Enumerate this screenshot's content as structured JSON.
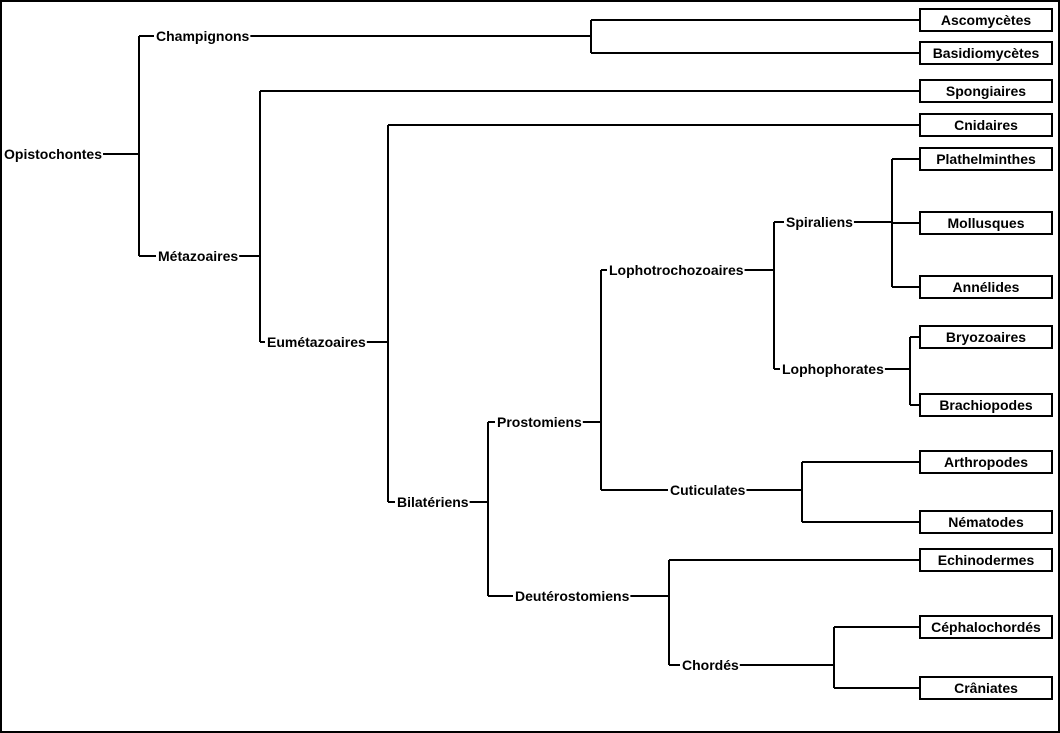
{
  "diagram": {
    "title": "",
    "root": "Opistochontes",
    "tree": {
      "name": "Opistochontes",
      "children": [
        {
          "name": "Champignons",
          "children": [
            {
              "name": "Ascomycètes"
            },
            {
              "name": "Basidiomycètes"
            }
          ]
        },
        {
          "name": "Métazoaires",
          "children": [
            {
              "name": "Spongiaires"
            },
            {
              "name": "Eumétazoaires",
              "children": [
                {
                  "name": "Cnidaires"
                },
                {
                  "name": "Bilatériens",
                  "children": [
                    {
                      "name": "Prostomiens",
                      "children": [
                        {
                          "name": "Lophotrochozoaires",
                          "children": [
                            {
                              "name": "Spiraliens",
                              "children": [
                                {
                                  "name": "Plathelminthes"
                                },
                                {
                                  "name": "Mollusques"
                                },
                                {
                                  "name": "Annélides"
                                }
                              ]
                            },
                            {
                              "name": "Lophophorates",
                              "children": [
                                {
                                  "name": "Bryozoaires"
                                },
                                {
                                  "name": "Brachiopodes"
                                }
                              ]
                            }
                          ]
                        },
                        {
                          "name": "Cuticulates",
                          "children": [
                            {
                              "name": "Arthropodes"
                            },
                            {
                              "name": "Nématodes"
                            }
                          ]
                        }
                      ]
                    },
                    {
                      "name": "Deutérostomiens",
                      "children": [
                        {
                          "name": "Echinodermes"
                        },
                        {
                          "name": "Chordés",
                          "children": [
                            {
                              "name": "Céphalochordés"
                            },
                            {
                              "name": "Crâniates"
                            }
                          ]
                        }
                      ]
                    }
                  ]
                }
              ]
            }
          ]
        }
      ]
    }
  }
}
